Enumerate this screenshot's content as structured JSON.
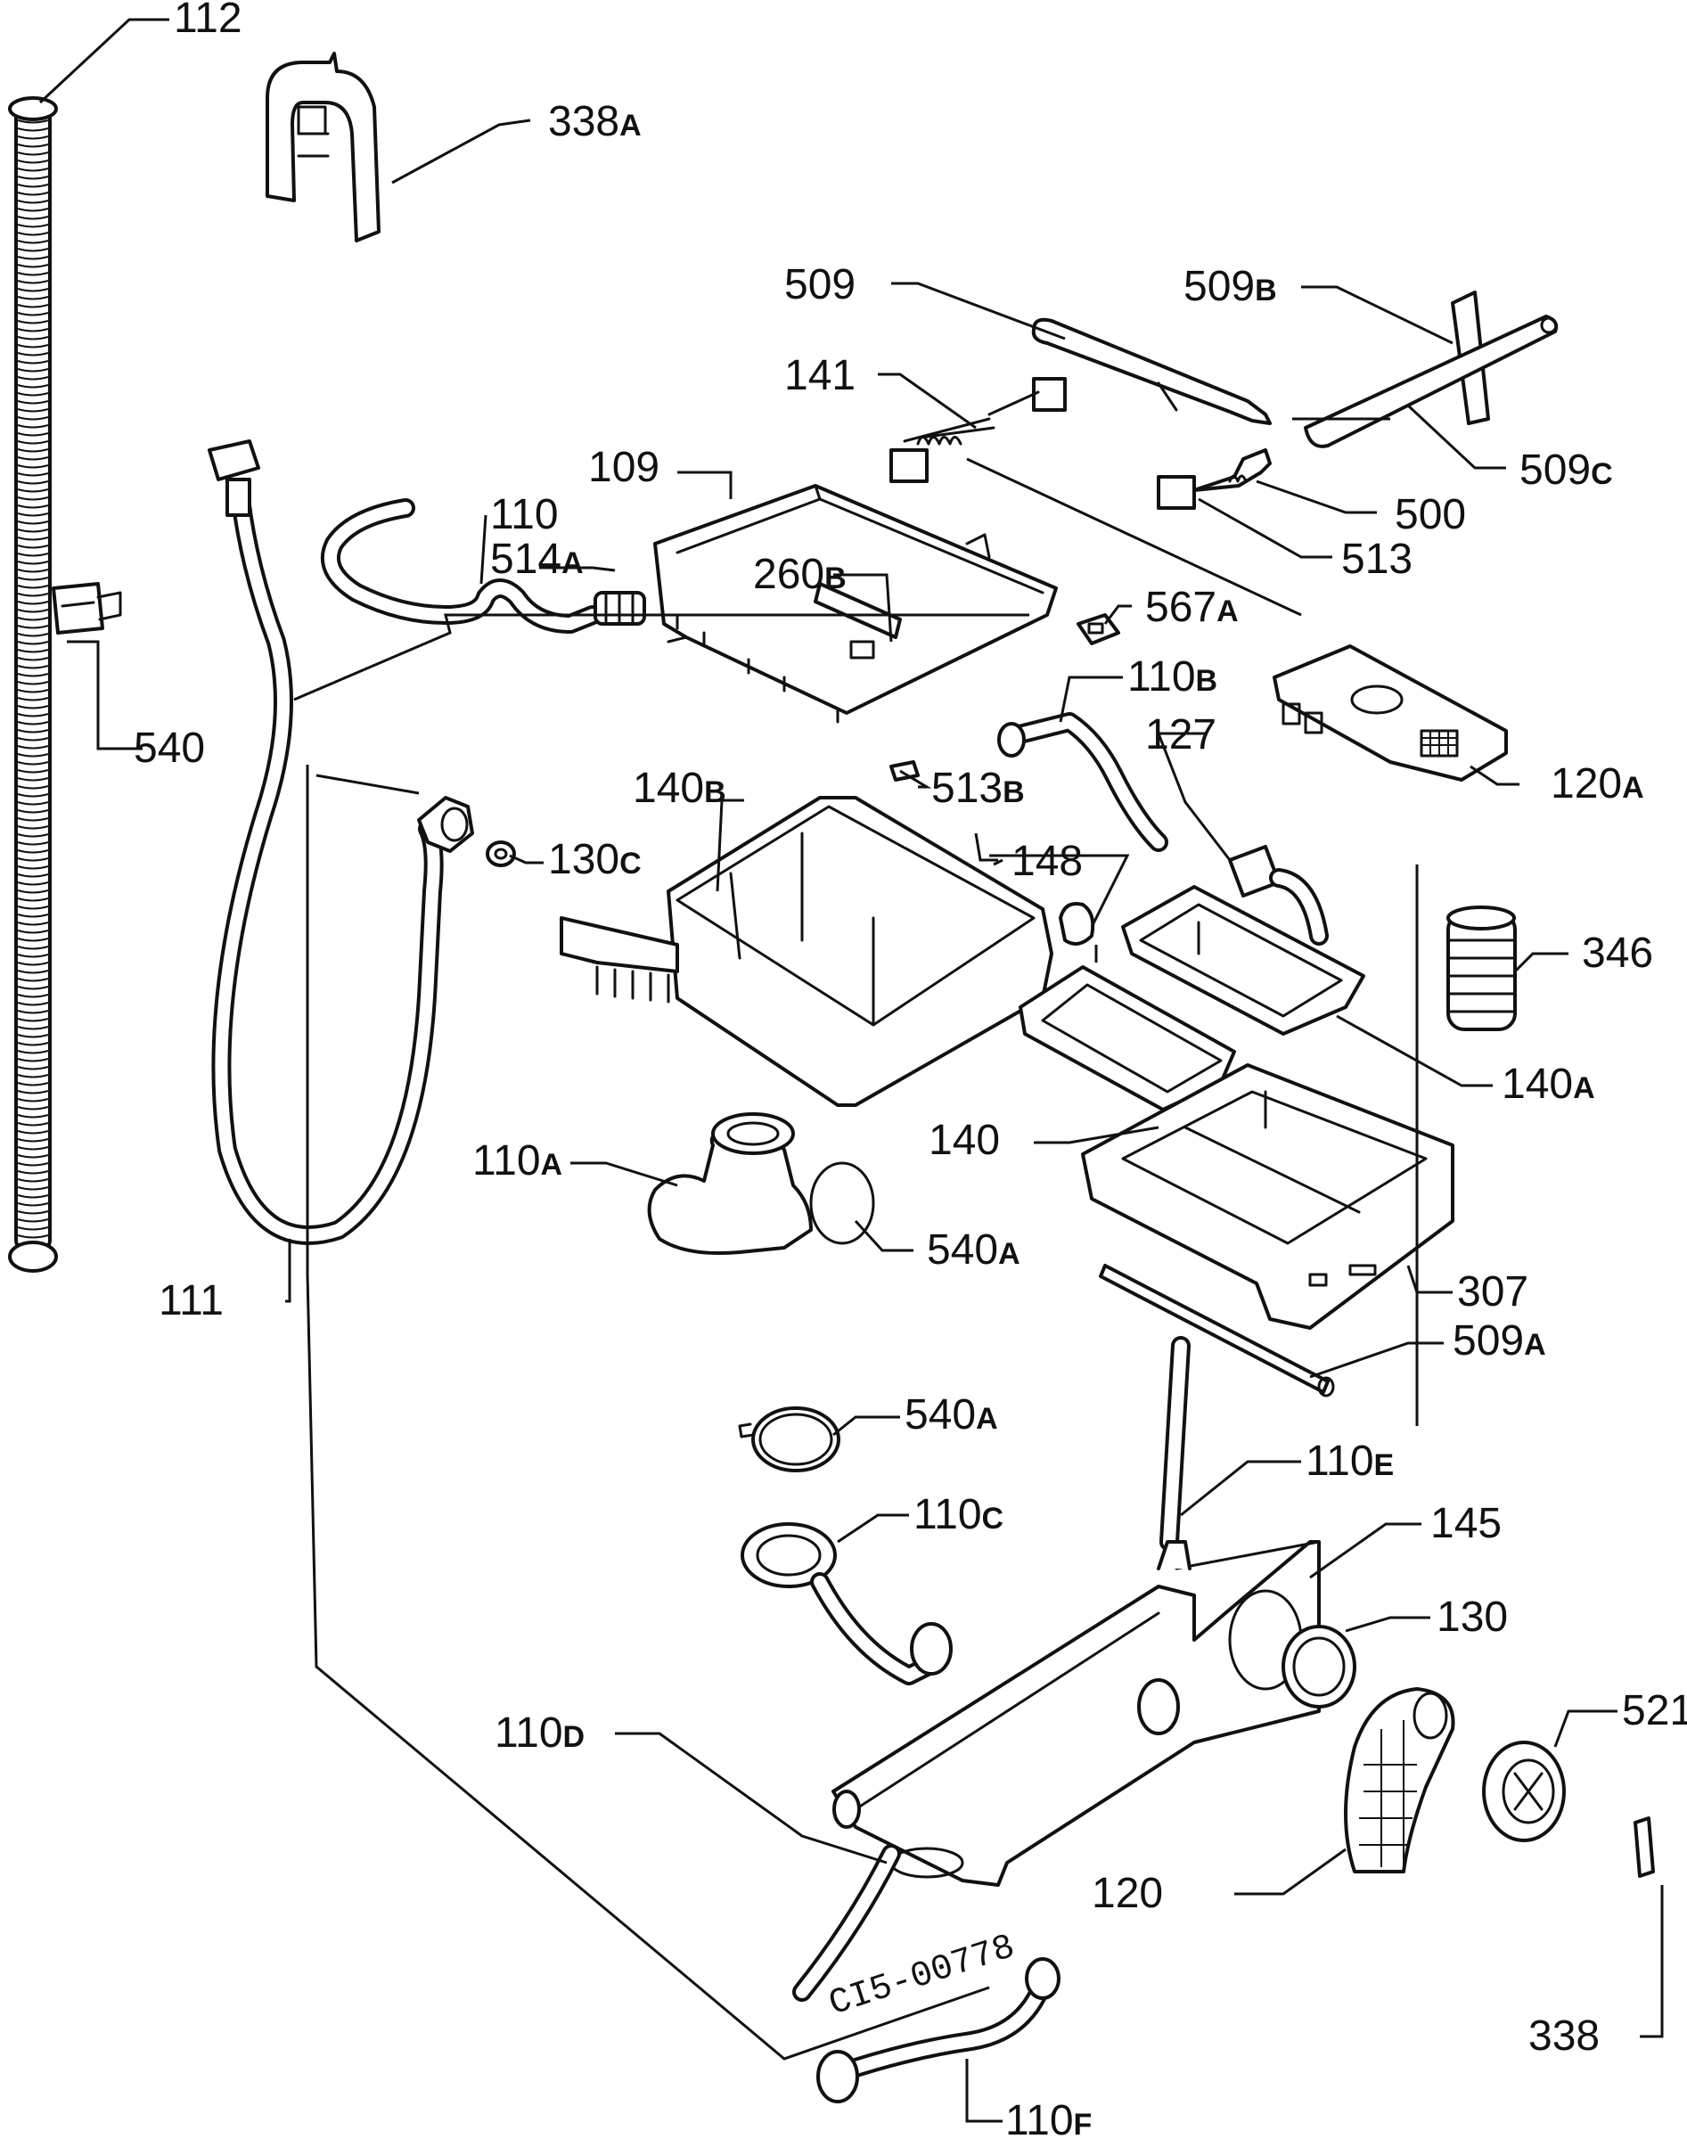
{
  "diagram": {
    "labels": {
      "l112": {
        "num": "112",
        "sfx": ""
      },
      "l338a": {
        "num": "338",
        "sfx": "A"
      },
      "l509": {
        "num": "509",
        "sfx": ""
      },
      "l509b": {
        "num": "509",
        "sfx": "B"
      },
      "l141": {
        "num": "141",
        "sfx": ""
      },
      "l509c": {
        "num": "509",
        "sfx": "C"
      },
      "l109": {
        "num": "109",
        "sfx": ""
      },
      "l500": {
        "num": "500",
        "sfx": ""
      },
      "l110": {
        "num": "110",
        "sfx": ""
      },
      "l514a": {
        "num": "514",
        "sfx": "A"
      },
      "l513": {
        "num": "513",
        "sfx": ""
      },
      "l260b": {
        "num": "260",
        "sfx": "B"
      },
      "l567a": {
        "num": "567",
        "sfx": "A"
      },
      "l110b": {
        "num": "110",
        "sfx": "B"
      },
      "l540": {
        "num": "540",
        "sfx": ""
      },
      "l127": {
        "num": "127",
        "sfx": ""
      },
      "l120a": {
        "num": "120",
        "sfx": "A"
      },
      "l140b": {
        "num": "140",
        "sfx": "B"
      },
      "l513b": {
        "num": "513",
        "sfx": "B"
      },
      "l148": {
        "num": "148",
        "sfx": ""
      },
      "l130c": {
        "num": "130",
        "sfx": "C"
      },
      "l346": {
        "num": "346",
        "sfx": ""
      },
      "l140a": {
        "num": "140",
        "sfx": "A"
      },
      "l140": {
        "num": "140",
        "sfx": ""
      },
      "l110a": {
        "num": "110",
        "sfx": "A"
      },
      "l540a": {
        "num": "540",
        "sfx": "A"
      },
      "l111": {
        "num": "111",
        "sfx": ""
      },
      "l307": {
        "num": "307",
        "sfx": ""
      },
      "l509a": {
        "num": "509",
        "sfx": "A"
      },
      "l540a2": {
        "num": "540",
        "sfx": "A"
      },
      "l110e": {
        "num": "110",
        "sfx": "E"
      },
      "l110c": {
        "num": "110",
        "sfx": "C"
      },
      "l145": {
        "num": "145",
        "sfx": ""
      },
      "l130": {
        "num": "130",
        "sfx": ""
      },
      "l521": {
        "num": "521",
        "sfx": ""
      },
      "l110d": {
        "num": "110",
        "sfx": "D"
      },
      "l120": {
        "num": "120",
        "sfx": ""
      },
      "l338": {
        "num": "338",
        "sfx": ""
      },
      "l110f": {
        "num": "110",
        "sfx": "F"
      }
    },
    "drawing_code": "CI5-00778"
  }
}
